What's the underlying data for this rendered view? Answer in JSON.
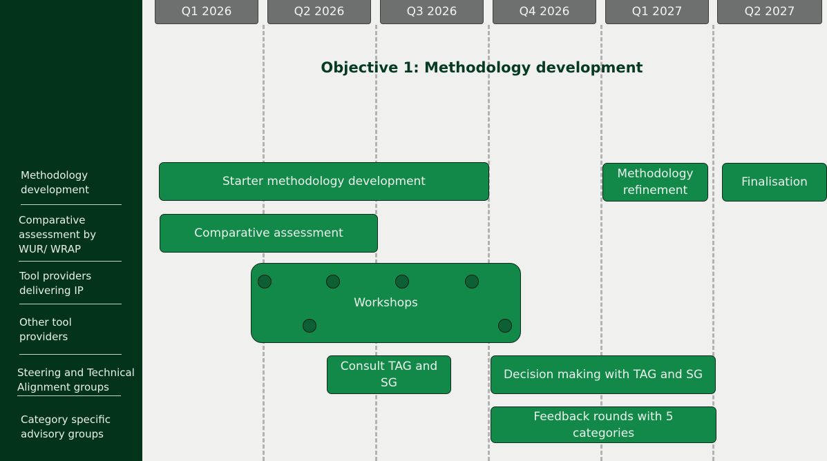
{
  "quarters": [
    "Q1 2026",
    "Q2 2026",
    "Q3 2026",
    "Q4 2026",
    "Q1 2027",
    "Q2 2027"
  ],
  "title": "Objective 1: Methodology development",
  "rows": [
    "Methodology development",
    "Comparative assessment by WUR/ WRAP",
    "Tool providers delivering IP",
    "Other tool providers",
    "Steering and Technical Alignment groups",
    "Category specific advisory groups"
  ],
  "tasks": {
    "starter": "Starter methodology development",
    "refinement": "Methodology refinement",
    "finalisation": "Finalisation",
    "comparative": "Comparative assessment",
    "workshops": "Workshops",
    "consult": "Consult TAG and SG",
    "decision": "Decision making with TAG and SG",
    "feedback": "Feedback rounds with 5 categories"
  },
  "colors": {
    "sidebar": "#04331b",
    "task_fill": "#128849",
    "quarter_header": "#6d706f",
    "title": "#063b21"
  }
}
